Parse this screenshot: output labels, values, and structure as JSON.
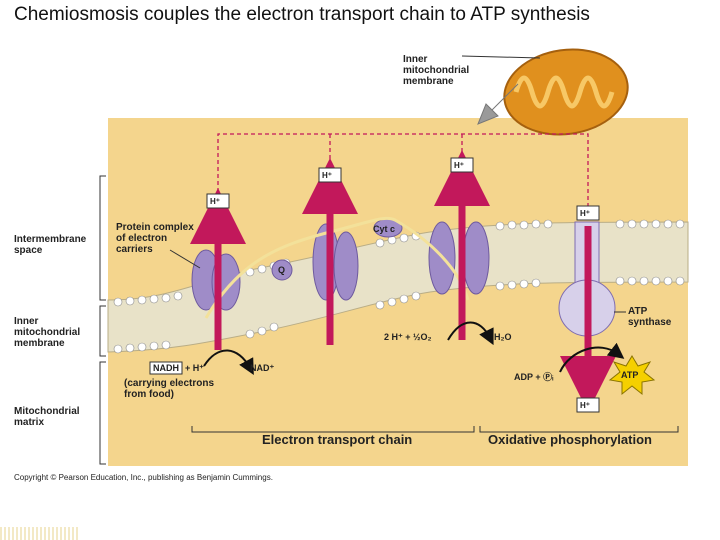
{
  "title": "Chemiosmosis couples the electron transport chain to ATP synthesis",
  "labels": {
    "inner_membrane_callout": [
      "Inner",
      "mitochondrial",
      "membrane"
    ],
    "intermembrane_space": [
      "Intermembrane",
      "space"
    ],
    "inner_membrane_side": [
      "Inner",
      "mitochondrial",
      "membrane"
    ],
    "matrix": [
      "Mitochondrial",
      "matrix"
    ],
    "protein_complex": [
      "Protein complex",
      "of electron",
      "carriers"
    ],
    "cyt_c": "Cyt c",
    "q": "Q",
    "nadh": "NADH",
    "plus_h": "+ H⁺",
    "nad": "NAD⁺",
    "carrying": [
      "(carrying electrons",
      "from food)"
    ],
    "water_reaction": "2 H⁺ + ½O₂",
    "water": "H₂O",
    "atp_synthase": [
      "ATP",
      "synthase"
    ],
    "adp_pi": "ADP + Ⓟᵢ",
    "atp": "ATP",
    "h_plus": "H⁺",
    "etc": "Electron transport chain",
    "oxphos": "Oxidative phosphorylation"
  },
  "copyright": "Copyright © Pearson Education, Inc., publishing as Benjamin Cummings.",
  "colors": {
    "background_panel": "#f4d58d",
    "membrane_band": "#e8e2c8",
    "protein": "#9f8cc8",
    "proton_arrow": "#c2185b",
    "electron_path": "#f3e19a",
    "mitochondrion": "#e0901e",
    "atp_star": "#f5d000"
  }
}
